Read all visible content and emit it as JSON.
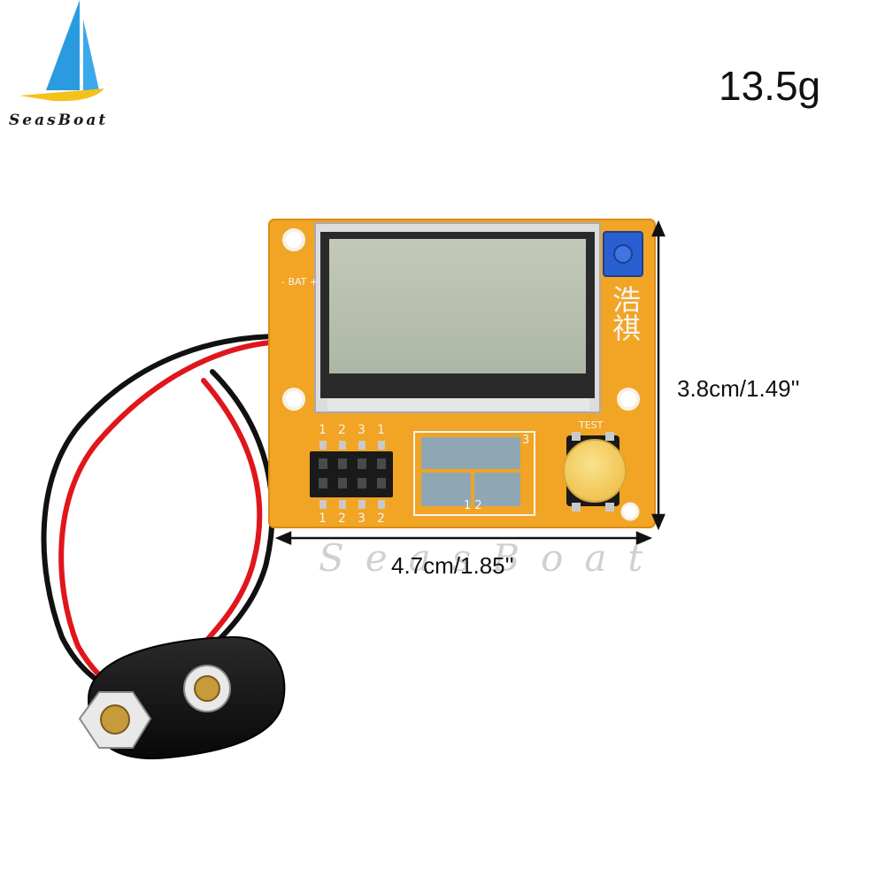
{
  "brand": {
    "name": "SeasBoat",
    "watermark": "SeasBoat"
  },
  "product": {
    "weight": "13.5g",
    "height": "3.8cm/1.49''",
    "width": "4.7cm/1.85''"
  },
  "board": {
    "battery_label": "- BAT +",
    "test_label": "TEST",
    "side_chars": "浩祺",
    "pins_top": [
      "1",
      "2",
      "3",
      "1"
    ],
    "pins_bottom": [
      "1",
      "2",
      "3",
      "2"
    ],
    "zif_label_right": "3",
    "zif_label_bottom": "1 2"
  },
  "colors": {
    "pcb": "#f2a424",
    "lcd": "#b7bfae",
    "lcd_border": "#2a2a2a",
    "test_button": "#f7d46a",
    "trimmer": "#2a5fd1",
    "wire_red": "#e0161c",
    "wire_black": "#111111",
    "logo_blue": "#2b9be0",
    "logo_yellow": "#f4c21b"
  }
}
